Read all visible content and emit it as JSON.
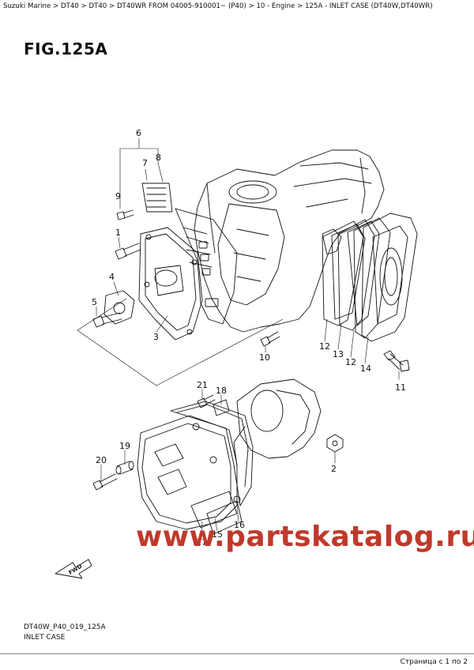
{
  "breadcrumb": [
    {
      "label": "Suzuki Marine"
    },
    {
      "label": "DT40"
    },
    {
      "label": "DT40"
    },
    {
      "label": "DT40WR FROM 04005-910001~ (P40)"
    },
    {
      "label": "10 - Engine"
    },
    {
      "label": "125A - INLET CASE (DT40W,DT40WR)"
    }
  ],
  "breadcrumb_separator": " > ",
  "figure": {
    "title": "FIG.125A",
    "code": "DT40W_P40_019_125A",
    "caption": "INLET CASE"
  },
  "callouts": [
    "1",
    "2",
    "3",
    "4",
    "5",
    "6",
    "7",
    "8",
    "9",
    "10",
    "11",
    "12",
    "13",
    "12",
    "14",
    "15",
    "16",
    "17",
    "18",
    "19",
    "20",
    "21"
  ],
  "watermark": "www.partskatalog.ru",
  "fwd_label": "FWD",
  "pager": "Страница с 1 по 2",
  "colors": {
    "ink": "#111111",
    "watermark": "#c0392b",
    "callout_red": "#c0392b"
  }
}
